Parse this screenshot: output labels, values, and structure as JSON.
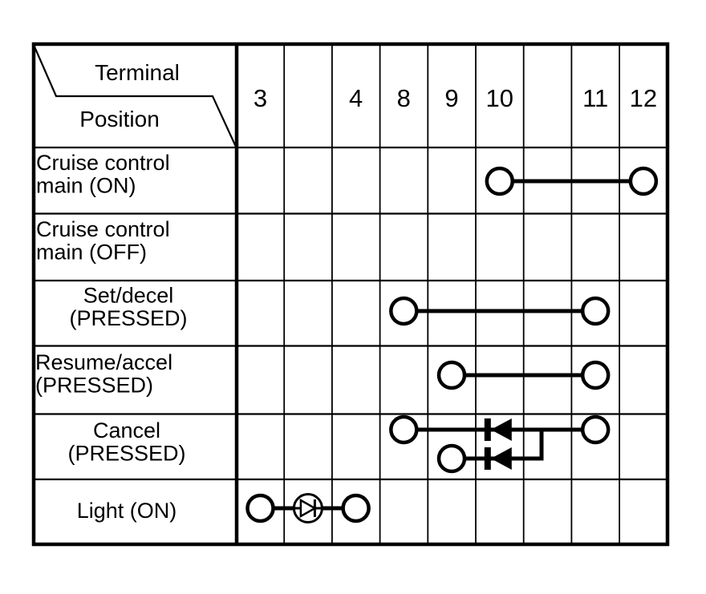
{
  "header": {
    "terminal_label": "Terminal",
    "position_label": "Position"
  },
  "terminal_columns": [
    "3",
    "",
    "4",
    "8",
    "9",
    "10",
    "",
    "11",
    "12"
  ],
  "rows": [
    {
      "id": "cruise_main_on",
      "line1": "Cruise control",
      "line2": "main (ON)"
    },
    {
      "id": "cruise_main_off",
      "line1": "Cruise control",
      "line2": "main (OFF)"
    },
    {
      "id": "set_decel",
      "line1": "Set/decel",
      "line2": "(PRESSED)"
    },
    {
      "id": "resume_accel",
      "line1": "Resume/accel",
      "line2": "(PRESSED)"
    },
    {
      "id": "cancel",
      "line1": "Cancel",
      "line2": "(PRESSED)"
    },
    {
      "id": "light",
      "line1": "Light (ON)",
      "line2": ""
    }
  ],
  "connections": [
    {
      "row": "cruise_main_on",
      "type": "plain",
      "from": "10",
      "to": "12"
    },
    {
      "row": "set_decel",
      "type": "plain",
      "from": "8",
      "to": "11"
    },
    {
      "row": "resume_accel",
      "type": "plain",
      "from": "9",
      "to": "11"
    },
    {
      "row": "cancel",
      "branch": "top",
      "type": "diode",
      "from": "8",
      "to": "11",
      "diode_at": "10",
      "cathode": "left"
    },
    {
      "row": "cancel",
      "branch": "bottom",
      "type": "diode_join",
      "from": "9",
      "diode_at": "10",
      "cathode": "left",
      "joins": "top"
    },
    {
      "row": "light",
      "type": "circled_diode",
      "from": "3",
      "to": "4",
      "diode_between": [
        "3",
        "4"
      ],
      "anode": "left"
    }
  ],
  "colors": {
    "foreground": "#000000",
    "background": "#ffffff"
  }
}
